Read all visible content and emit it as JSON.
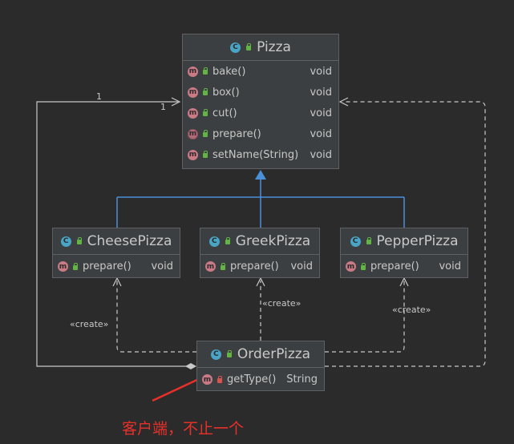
{
  "classes": {
    "pizza": {
      "name": "Pizza",
      "methods": [
        {
          "name": "bake()",
          "type": "void",
          "kind": "method"
        },
        {
          "name": "box()",
          "type": "void",
          "kind": "method"
        },
        {
          "name": "cut()",
          "type": "void",
          "kind": "method"
        },
        {
          "name": "prepare()",
          "type": "void",
          "kind": "abstract-method"
        },
        {
          "name": "setName(String)",
          "type": "void",
          "kind": "method"
        }
      ]
    },
    "cheese": {
      "name": "CheesePizza",
      "methods": [
        {
          "name": "prepare()",
          "type": "void"
        }
      ]
    },
    "greek": {
      "name": "GreekPizza",
      "methods": [
        {
          "name": "prepare()",
          "type": "void"
        }
      ]
    },
    "pepper": {
      "name": "PepperPizza",
      "methods": [
        {
          "name": "prepare()",
          "type": "void"
        }
      ]
    },
    "order": {
      "name": "OrderPizza",
      "methods": [
        {
          "name": "getType()",
          "type": "String",
          "visibility": "private"
        }
      ]
    }
  },
  "edge_labels": {
    "multiplicity_source": "1",
    "multiplicity_target": "1",
    "create_cheese": "«create»",
    "create_greek": "«create»",
    "create_pepper": "«create»"
  },
  "annotation": {
    "text": "客户端，不止一个",
    "color": "#e8302a"
  },
  "colors": {
    "background": "#2b2b2b",
    "class_fill": "#3c3f41",
    "inheritance": "#4a90d9",
    "edges": "#c8c8c8"
  }
}
